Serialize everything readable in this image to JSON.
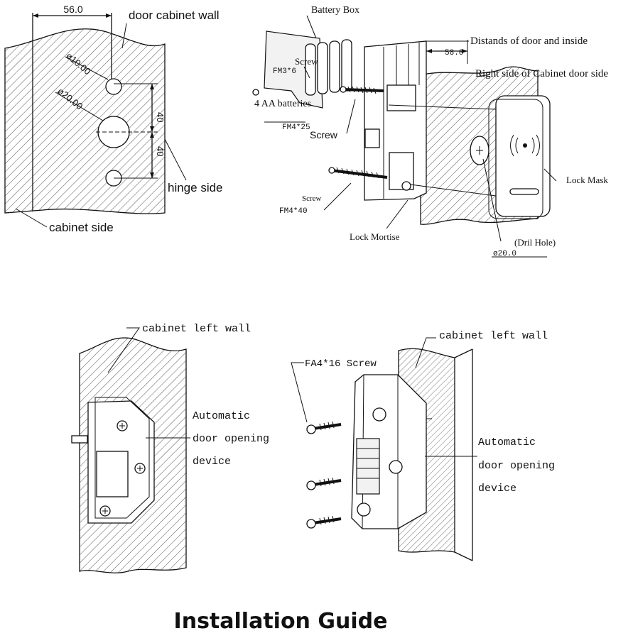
{
  "title": "Installation Guide",
  "panel_tl": {
    "dim_top": "56.0",
    "door_wall": "door cabinet wall",
    "d_small": "ø10.00",
    "d_big": "ø20.00",
    "dim_40a": "40",
    "dim_40b": "40",
    "hinge": "hinge side",
    "cabinet": "cabinet side"
  },
  "panel_tr": {
    "battery_box": "Battery Box",
    "screw1": "Screw",
    "fm36": "FM3*6",
    "batteries": "4 AA batteries",
    "fm425": "FM4*25",
    "screw2": "Screw",
    "screw3": "Screw",
    "fm440": "FM4*40",
    "mortise": "Lock Mortise",
    "dim58": "58.0",
    "distance": "Distands of door and inside",
    "right_side": "Right side of Cabinet door side",
    "mask": "Lock Mask",
    "drill": "(Dril Hole)",
    "d20": "ø20.0"
  },
  "panel_bl": {
    "wall": "cabinet left wall",
    "device1": "Automatic",
    "device2": "door opening",
    "device3": "device"
  },
  "panel_br": {
    "screw": "FA4*16 Screw",
    "wall": "cabinet left wall",
    "device1": "Automatic",
    "device2": "door opening",
    "device3": "device"
  }
}
